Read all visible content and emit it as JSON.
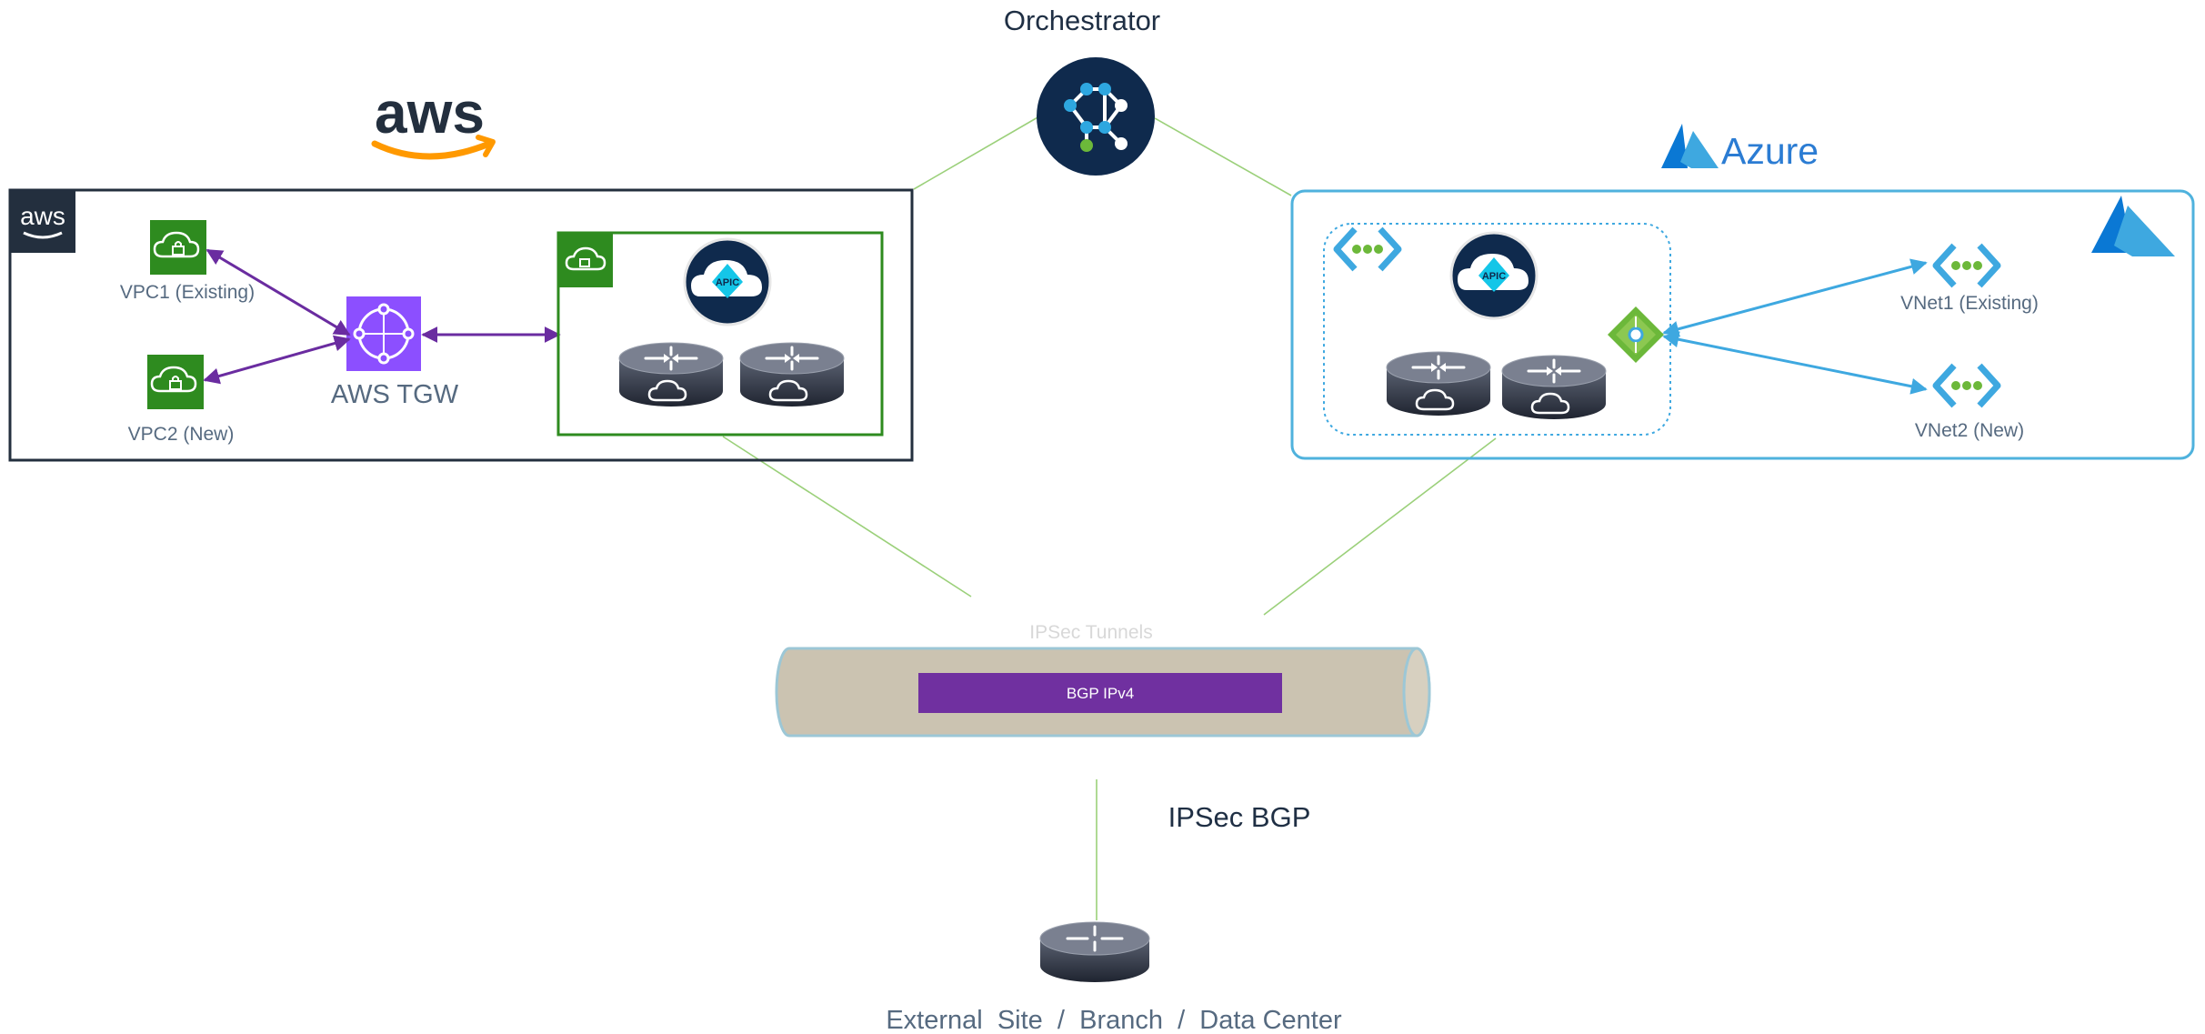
{
  "orchestrator": {
    "label": "Orchestrator",
    "icon": "orchestrator-icon"
  },
  "aws": {
    "logo_text": "aws",
    "badge_text": "aws",
    "vpc1_label": "VPC1 (Existing)",
    "vpc2_label": "VPC2 (New)",
    "tgw_label": "AWS TGW",
    "apic_text": "APIC"
  },
  "azure": {
    "logo_text": "Azure",
    "vnet1_label": "VNet1 (Existing)",
    "vnet2_label": "VNet2 (New)",
    "apic_text": "APIC"
  },
  "tunnel": {
    "header": "IPSec Tunnels",
    "bgp_label": "BGP IPv4",
    "link_label": "IPSec BGP"
  },
  "external": {
    "label": "External  Site  /  Branch  /  Data Center"
  },
  "colors": {
    "aws_border": "#232f3e",
    "aws_green": "#2e8b1f",
    "azure_border": "#4fb2dd",
    "tgw_purple": "#8c4fff",
    "link_purple": "#6a2ca0",
    "link_blue": "#3ea8e0",
    "line_green": "#9bd07a",
    "tube_fill": "#cbc3b1",
    "tube_stroke": "#9cc7d6",
    "bgp_fill": "#7030a0",
    "apic_navy": "#0f2a4d"
  }
}
